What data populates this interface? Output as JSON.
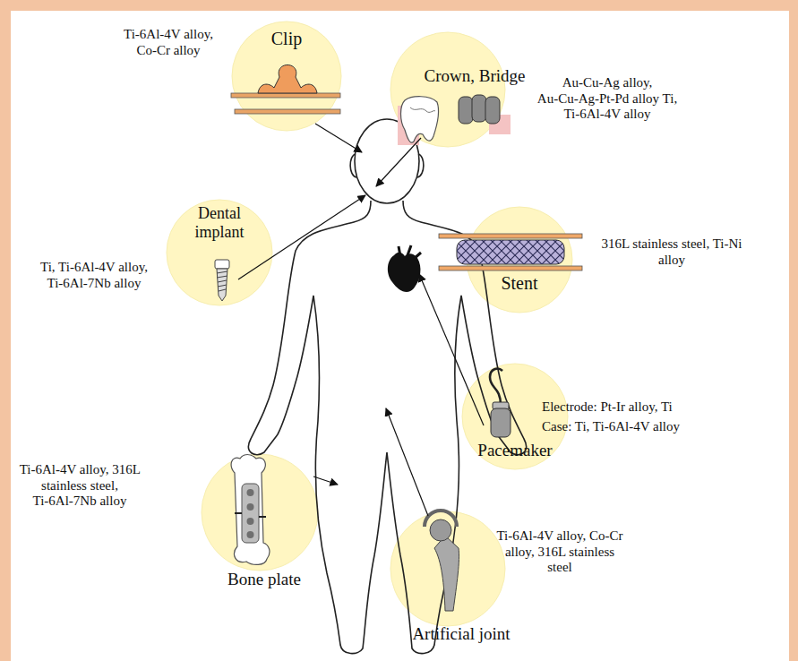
{
  "diagram": {
    "nodes": [
      {
        "text": [
          "Clip",
          "Ti-6Al-4V alloy, Co-Cr alloy"
        ]
      },
      {
        "text": [
          "Crown, Bridge",
          "Au-Cu-Ag alloy, Au-Cu-Ag-Pt-Pd alloy Ti, Ti-6Al-4V alloy"
        ]
      },
      {
        "text": [
          "Dental implant",
          "Ti, Ti-6Al-4V alloy, Ti-6Al-7Nb alloy"
        ]
      },
      {
        "text": [
          "Stent",
          "316L stainless steel, Ti-Ni alloy"
        ]
      },
      {
        "text": [
          "Pacemaker",
          "Electrode: Pt-Ir alloy, Ti",
          "Case: Ti, Ti-6Al-4V alloy"
        ]
      },
      {
        "text": [
          "Bone plate",
          "Ti-6Al-4V alloy, 316L stainless steel, Ti-6Al-7Nb alloy"
        ]
      },
      {
        "text": [
          "Artificial joint",
          "Ti-6Al-4V alloy, Co-Cr alloy, 316L stainless steel"
        ]
      }
    ]
  }
}
